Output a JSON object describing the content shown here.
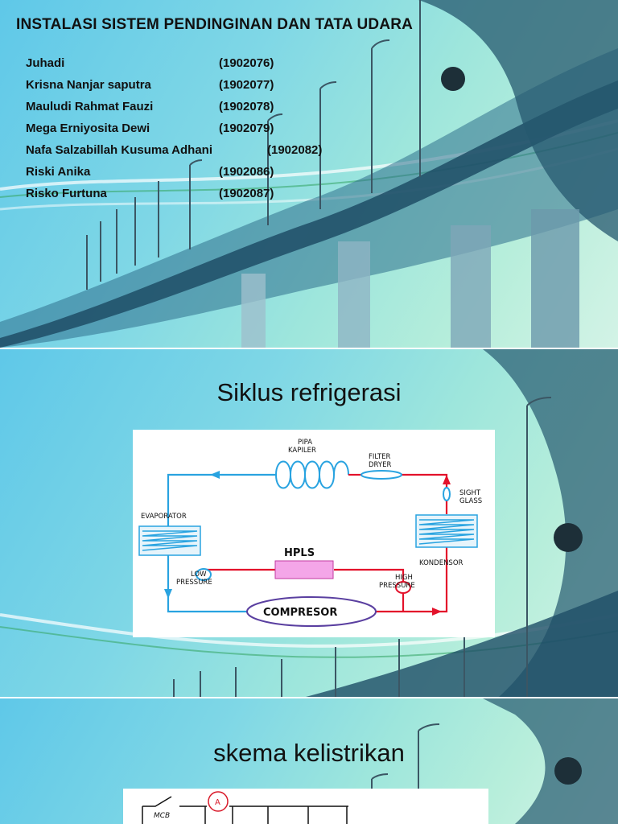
{
  "slide1": {
    "title": "INSTALASI SISTEM PENDINGINAN DAN TATA UDARA",
    "authors": [
      {
        "name": "Juhadi",
        "nim": "(1902076)"
      },
      {
        "name": "Krisna Nanjar saputra",
        "nim": "(1902077)"
      },
      {
        "name": "Mauludi Rahmat Fauzi",
        "nim": "(1902078)"
      },
      {
        "name": "Mega Erniyosita Dewi",
        "nim": "(1902079)"
      },
      {
        "name": "Nafa Salzabillah Kusuma Adhani",
        "nim": "(1902082)"
      },
      {
        "name": "Riski Anika",
        "nim": "(1902086)"
      },
      {
        "name": "Risko Furtuna",
        "nim": "(1902087)"
      }
    ]
  },
  "slide2": {
    "heading": "Siklus refrigerasi",
    "diagram": {
      "pipa_kapiler_1": "PIPA",
      "pipa_kapiler_2": "KAPILER",
      "filter_dryer_1": "FILTER",
      "filter_dryer_2": "DRYER",
      "sight_glass_1": "SIGHT",
      "sight_glass_2": "GLASS",
      "evaporator": "EVAPORATOR",
      "kondensor": "KONDENSOR",
      "hpls": "HPLS",
      "low_pressure_1": "LOW",
      "low_pressure_2": "PRESSURE",
      "high_pressure_1": "HIGH",
      "high_pressure_2": "PRESSURE",
      "compresor": "COMPRESOR"
    }
  },
  "slide3": {
    "heading": "skema kelistrikan",
    "diagram": {
      "mcb": "MCB",
      "ammeter": "A"
    }
  },
  "colors": {
    "cold_line": "#29a3e0",
    "hot_line": "#e3122b",
    "hpls_fill": "#f4a6e8",
    "compresor_stroke": "#5a3fa0"
  }
}
